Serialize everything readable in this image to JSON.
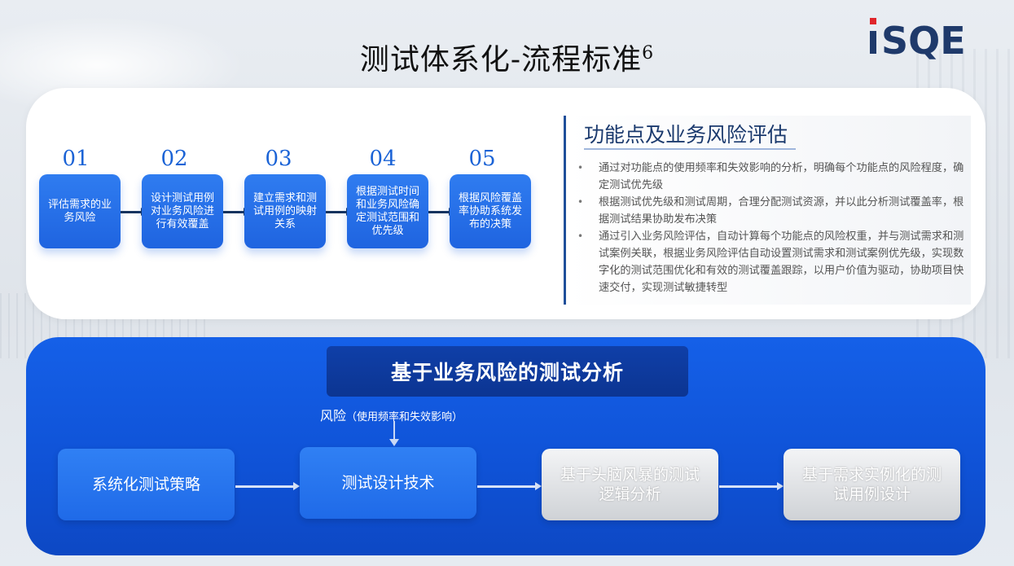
{
  "page": {
    "title": "测试体系化-流程标准",
    "title_superscript": "6"
  },
  "logo": {
    "text": "iSQE"
  },
  "steps": [
    {
      "num": "01",
      "label": "评估需求的业务风险"
    },
    {
      "num": "02",
      "label": "设计测试用例对业务风险进行有效覆盖"
    },
    {
      "num": "03",
      "label": "建立需求和测试用例的映射关系"
    },
    {
      "num": "04",
      "label": "根据测试时间和业务风险确定测试范围和优先级"
    },
    {
      "num": "05",
      "label": "根据风险覆盖率协助系统发布的决策"
    }
  ],
  "info": {
    "title": "功能点及业务风险评估",
    "bullets": [
      "通过对功能点的使用频率和失效影响的分析，明确每个功能点的风险程度，确定测试优先级",
      "根据测试优先级和测试周期，合理分配测试资源，并以此分析测试覆盖率，根据测试结果协助发布决策",
      "通过引入业务风险评估，自动计算每个功能点的风险权重，并与测试需求和测试案例关联，根据业务风险评估自动设置测试需求和测试案例优先级，实现数字化的测试范围优化和有效的测试覆盖跟踪，以用户价值为驱动，协助项目快速交付，实现测试敏捷转型"
    ]
  },
  "analysis": {
    "title": "基于业务风险的测试分析",
    "risk_label": "风险",
    "risk_sub": "（使用频率和失效影响）",
    "flow": [
      {
        "label": "系统化测试策略",
        "style": "blue"
      },
      {
        "label": "测试设计技术",
        "style": "blue"
      },
      {
        "label": "基于头脑风暴的测试逻辑分析",
        "style": "gray"
      },
      {
        "label": "基于需求实例化的测试用例设计",
        "style": "gray"
      }
    ]
  }
}
